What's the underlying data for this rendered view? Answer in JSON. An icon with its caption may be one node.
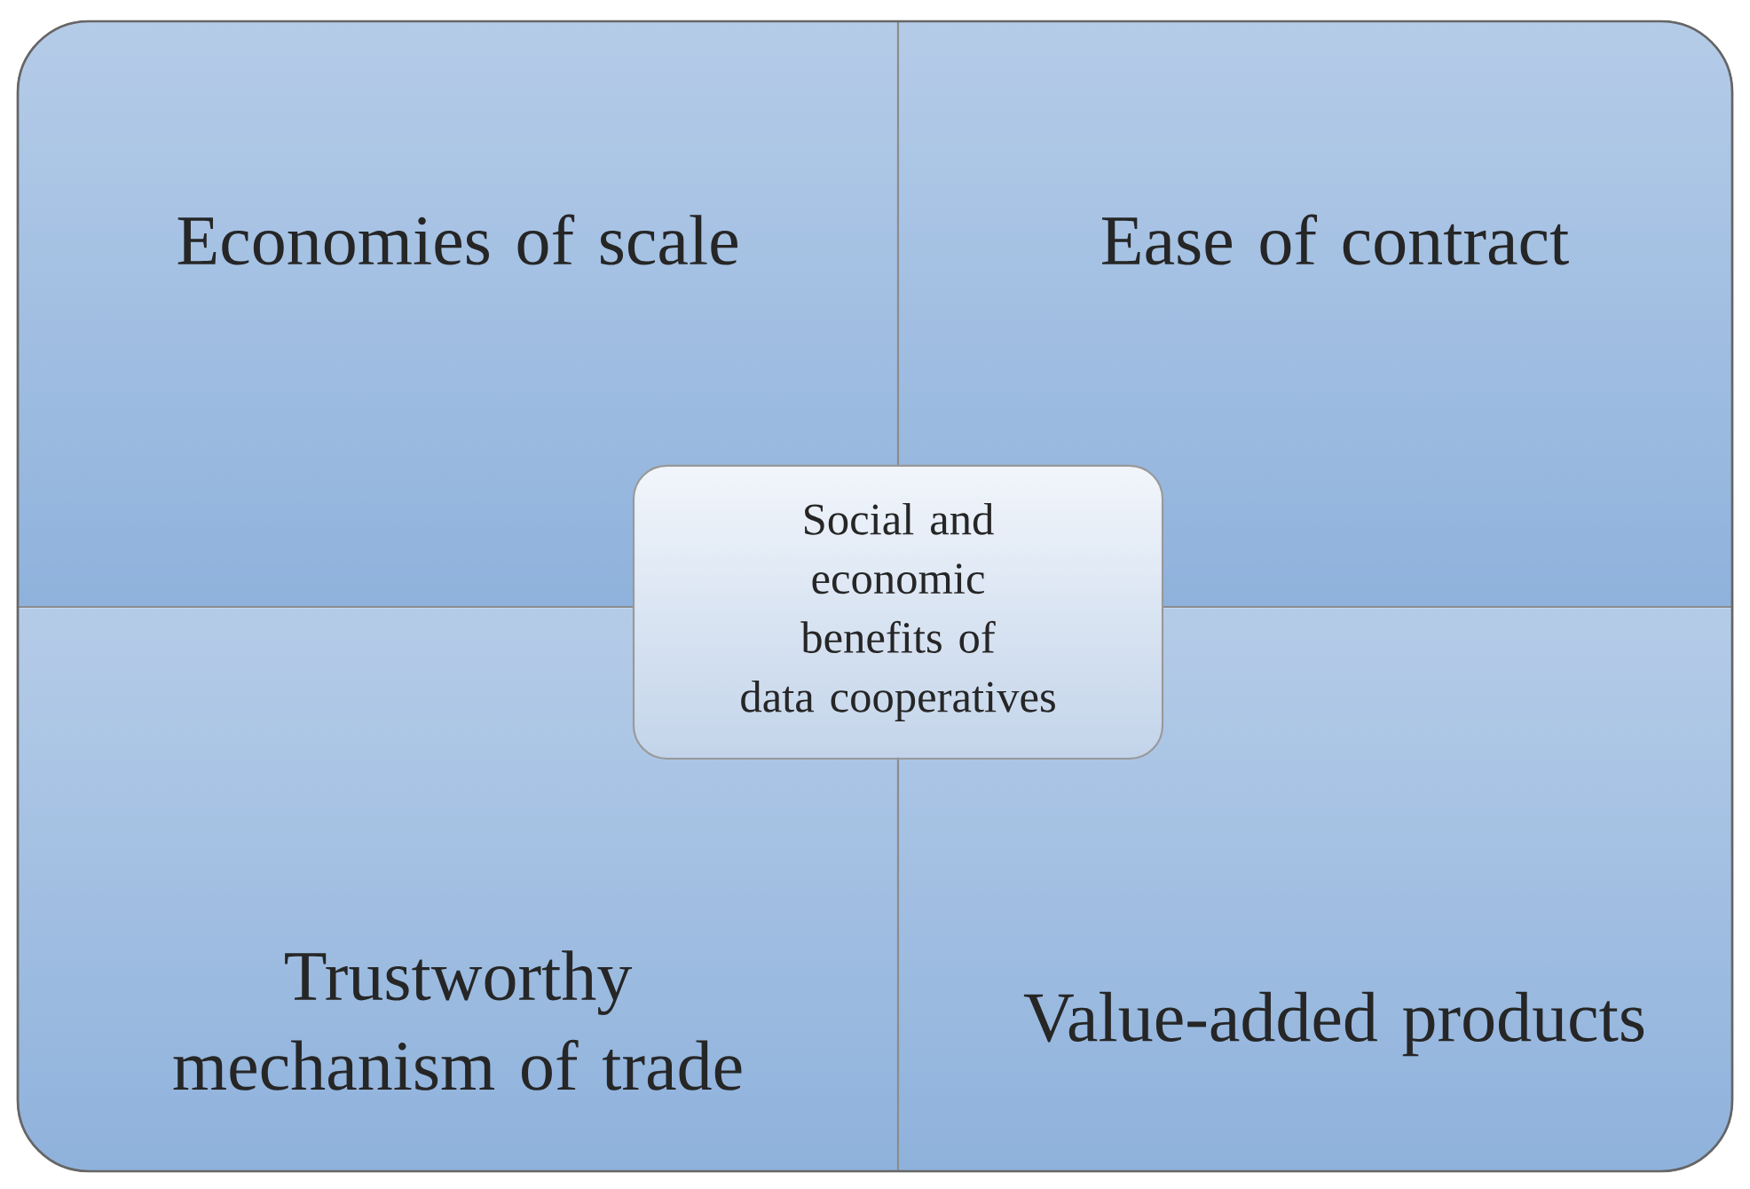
{
  "diagram": {
    "nodes": [
      {
        "text": [
          "Economies of scale"
        ]
      },
      {
        "text": [
          "Ease of contract"
        ]
      },
      {
        "text": [
          "Trustworthy mechanism of trade"
        ]
      },
      {
        "text": [
          "Value-added products"
        ]
      },
      {
        "text": [
          "Social and economic benefits of data cooperatives"
        ]
      }
    ]
  }
}
